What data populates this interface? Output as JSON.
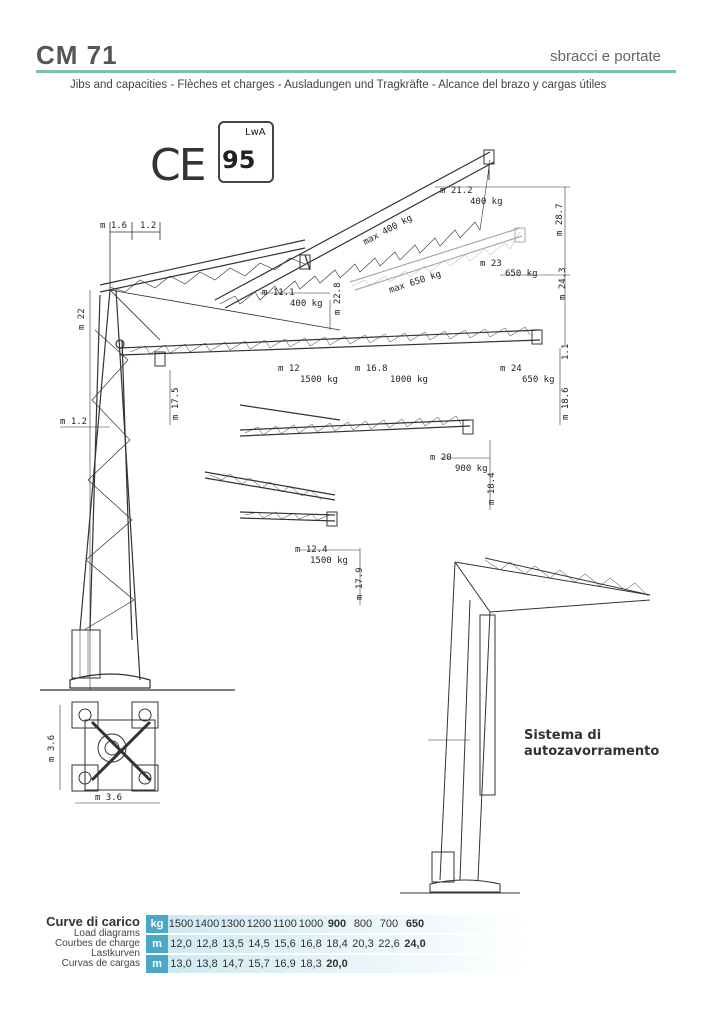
{
  "header": {
    "model": "CM 71",
    "section": "sbracci e portate",
    "subtitle": "Jibs and capacities - Flèches et charges - Ausladungen und Tragkräfte - Alcance del brazo y cargas útiles"
  },
  "certification": {
    "ce_mark": "CE",
    "lwa_label": "LwA",
    "lwa_value": "95"
  },
  "diagram_labels": {
    "top_dim_a": "m 1.6",
    "top_dim_b": "1.2",
    "tower_height": "m 22",
    "ballast_offset": "m 1.2",
    "luff_max": "max 400 kg",
    "luff_max2": "max 650 kg",
    "tip_a_reach": "m 21.2",
    "tip_a_load": "400 kg",
    "tip_a_height": "m 28.7",
    "tip_b_reach": "m 23",
    "tip_b_load": "650 kg",
    "tip_b_height": "m 24.3",
    "mid_reach": "m 11.1",
    "mid_load": "400 kg",
    "mid_height": "m 22.8",
    "h_reach_1": "m 12",
    "h_load_1": "1500 kg",
    "h_reach_2": "m 16.8",
    "h_load_2": "1000 kg",
    "h_reach_3": "m 24",
    "h_load_3": "650 kg",
    "h_height_a": "m 17.5",
    "h_height_b": "m 18.6",
    "h_gap": "1.1",
    "j20_reach": "m 20",
    "j20_load": "900 kg",
    "j20_height": "m 18.4",
    "j12_reach": "m 12.4",
    "j12_load": "1500 kg",
    "j12_height": "m 17.9",
    "base_w": "m 3.6",
    "base_d": "m 3.6"
  },
  "self_ballast": {
    "line1": "Sistema di",
    "line2": "autozavorramento"
  },
  "load_table": {
    "titles": [
      "Curve di carico",
      "Load diagrams",
      "Courbes de charge",
      "Lastkurven",
      "Curvas de cargas"
    ],
    "rows": [
      {
        "unit": "kg",
        "values": [
          "1500",
          "1400",
          "1300",
          "1200",
          "1100",
          "1000",
          "900",
          "800",
          "700",
          "650"
        ],
        "bold": [
          6,
          9
        ]
      },
      {
        "unit": "m",
        "values": [
          "12,0",
          "12,8",
          "13,5",
          "14,5",
          "15,6",
          "16,8",
          "18,4",
          "20,3",
          "22,6",
          "24,0"
        ],
        "bold": [
          9
        ]
      },
      {
        "unit": "m",
        "values": [
          "13,0",
          "13,8",
          "14,7",
          "15,7",
          "16,9",
          "18,3",
          "20,0",
          "",
          "",
          ""
        ],
        "bold": [
          6
        ]
      }
    ]
  }
}
